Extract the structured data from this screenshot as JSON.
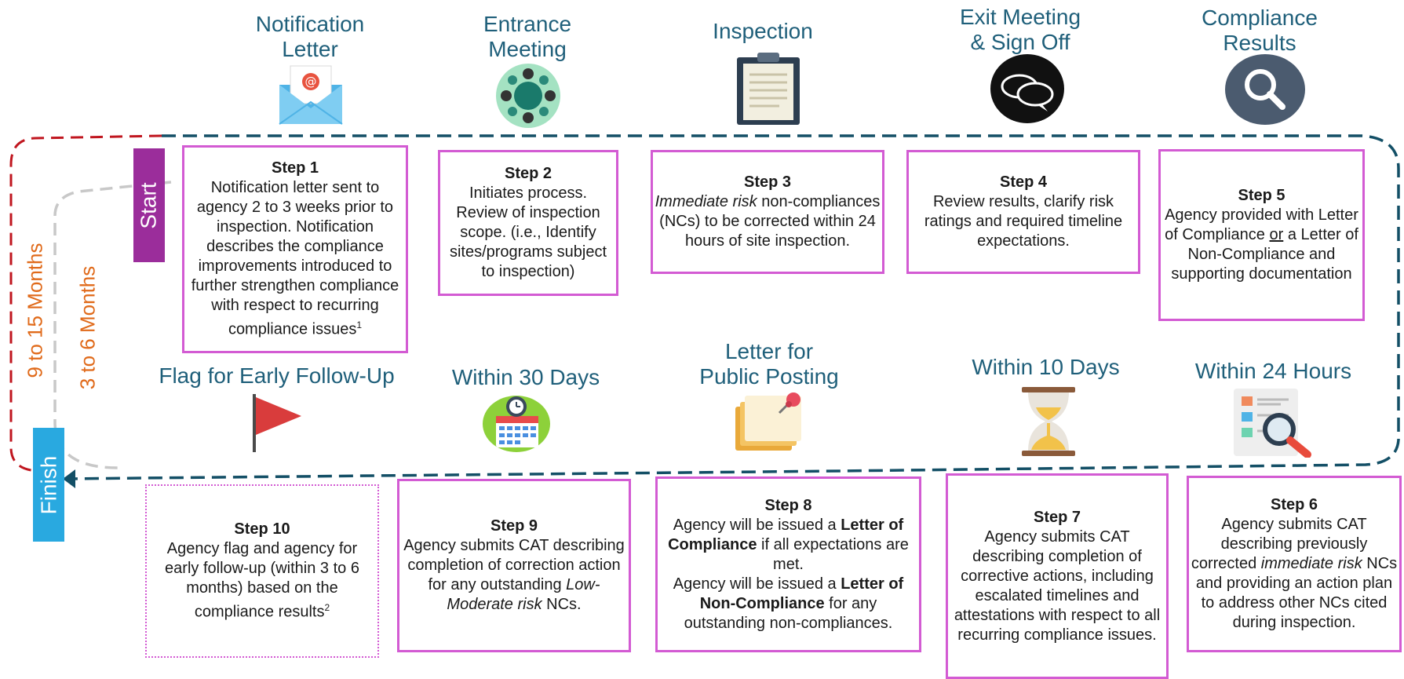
{
  "headings": {
    "notification_letter": "Notification\nLetter",
    "entrance_meeting": "Entrance\nMeeting",
    "inspection": "Inspection",
    "exit_meeting": "Exit Meeting\n& Sign Off",
    "compliance_results": "Compliance\nResults",
    "flag_early": "Flag for Early Follow-Up",
    "within_30": "Within 30 Days",
    "letter_posting": "Letter for\nPublic Posting",
    "within_10": "Within 10 Days",
    "within_24": "Within 24 Hours"
  },
  "labels": {
    "start": "Start",
    "finish": "Finish",
    "nine_to_fifteen": "9 to 15 Months",
    "three_to_six": "3 to 6 Months"
  },
  "steps": {
    "s1": {
      "title": "Step 1",
      "text": "Notification letter sent to agency 2 to 3 weeks prior to inspection. Notification describes the compliance improvements introduced to further strengthen compliance with respect to recurring compliance issues",
      "sup": "1"
    },
    "s2": {
      "title": "Step 2",
      "text": "Initiates process. Review of inspection scope. (i.e., Identify sites/programs subject to inspection)"
    },
    "s3": {
      "title": "Step 3",
      "em": "Immediate risk",
      "text": " non-compliances (NCs)  to be corrected within 24 hours of site inspection."
    },
    "s4": {
      "title": "Step 4",
      "text": "Review results, clarify risk ratings and required timeline expectations."
    },
    "s5": {
      "title": "Step 5",
      "text_a": "Agency provided with Letter of Compliance ",
      "u": "or",
      "text_b": " a Letter of Non-Compliance and supporting documentation"
    },
    "s6": {
      "title": "Step 6",
      "text_a": "Agency submits CAT describing previously corrected ",
      "em": "immediate risk",
      "text_b": " NCs and providing an action plan to address other NCs cited during inspection."
    },
    "s7": {
      "title": "Step 7",
      "text": "Agency submits CAT describing completion of corrective actions, including escalated timelines and attestations with respect to all recurring compliance issues."
    },
    "s8": {
      "title": "Step 8",
      "text_a": "Agency will be issued a ",
      "b1": "Letter of Compliance",
      "text_b": " if all expectations are met.",
      "text_c": "Agency will be issued a ",
      "b2": "Letter of Non-Compliance",
      "text_d": " for any outstanding non-compliances."
    },
    "s9": {
      "title": "Step 9",
      "text_a": "Agency submits CAT describing completion of correction action for any outstanding ",
      "em1": "Low-Moderate risk",
      "text_b": " NCs."
    },
    "s10": {
      "title": "Step 10",
      "text": "Agency flag and agency for early follow-up (within 3 to 6 months) based on the compliance results",
      "sup": "2"
    }
  },
  "icons": {
    "notification_letter": "email-envelope-icon",
    "entrance_meeting": "meeting-table-icon",
    "inspection": "clipboard-icon",
    "exit_meeting": "speech-bubbles-icon",
    "compliance_results": "magnifier-icon",
    "flag_early": "red-flag-icon",
    "within_30": "calendar-clock-icon",
    "letter_posting": "pinned-paper-icon",
    "within_10": "hourglass-icon",
    "within_24": "report-magnifier-icon"
  },
  "colors": {
    "heading": "#1f5f7a",
    "box_border": "#d35bd3",
    "start_tab": "#9b2d9b",
    "finish_tab": "#29a9e0",
    "outer_loop_red": "#c0161f",
    "outer_loop_teal": "#134f66",
    "inner_loop_gray": "#c8c8c8",
    "period_label": "#e06a1a"
  }
}
